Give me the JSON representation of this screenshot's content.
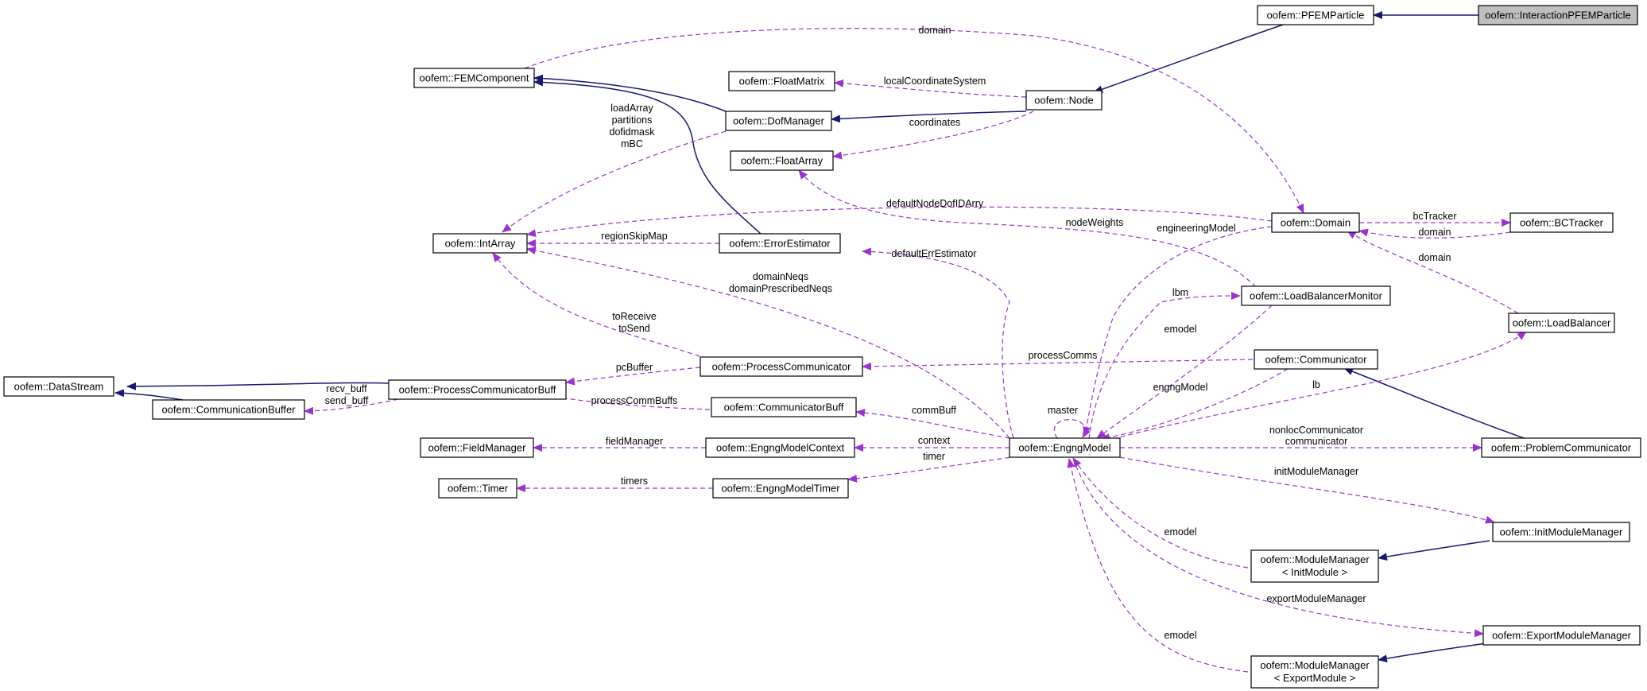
{
  "colors": {
    "inheritance": "#191970",
    "usage": "#9a32cd",
    "highlight": "#bfbfbf"
  },
  "nodes": {
    "interaction_pfem_particle": "oofem::InteractionPFEMParticle",
    "pfem_particle": "oofem::PFEMParticle",
    "fem_component": "oofem::FEMComponent",
    "float_matrix": "oofem::FloatMatrix",
    "node": "oofem::Node",
    "dof_manager": "oofem::DofManager",
    "float_array": "oofem::FloatArray",
    "domain": "oofem::Domain",
    "bc_tracker": "oofem::BCTracker",
    "int_array": "oofem::IntArray",
    "error_estimator": "oofem::ErrorEstimator",
    "load_balancer_monitor": "oofem::LoadBalancerMonitor",
    "load_balancer": "oofem::LoadBalancer",
    "data_stream": "oofem::DataStream",
    "process_communicator_buff": "oofem::ProcessCommunicatorBuff",
    "process_communicator": "oofem::ProcessCommunicator",
    "communicator": "oofem::Communicator",
    "communication_buffer": "oofem::CommunicationBuffer",
    "communicator_buff": "oofem::CommunicatorBuff",
    "field_manager": "oofem::FieldManager",
    "engng_model_context": "oofem::EngngModelContext",
    "engng_model": "oofem::EngngModel",
    "problem_communicator": "oofem::ProblemCommunicator",
    "timer": "oofem::Timer",
    "engng_model_timer": "oofem::EngngModelTimer",
    "init_module_manager": "oofem::InitModuleManager",
    "module_manager_init_l1": "oofem::ModuleManager",
    "module_manager_init_l2": "< InitModule >",
    "export_module_manager": "oofem::ExportModuleManager",
    "module_manager_export_l1": "oofem::ModuleManager",
    "module_manager_export_l2": "< ExportModule >"
  },
  "edge_labels": {
    "domain_top": "domain",
    "local_coordinate_system": "localCoordinateSystem",
    "load_array": "loadArray",
    "partitions": "partitions",
    "dofidmask": "dofidmask",
    "mbc": "mBC",
    "coordinates": "coordinates",
    "default_node_dof_id_arry": "defaultNodeDofIDArry",
    "node_weights": "nodeWeights",
    "engineering_model": "engineeringModel",
    "bc_tracker": "bcTracker",
    "domain_bc": "domain",
    "domain_lb": "domain",
    "region_skip_map": "regionSkipMap",
    "default_err_estimator": "defaultErrEstimator",
    "domain_neqs": "domainNeqs",
    "domain_prescribed_neqs": "domainPrescribedNeqs",
    "lbm": "lbm",
    "emodel_lbm": "emodel",
    "to_receive": "toReceive",
    "to_send": "toSend",
    "pc_buffer": "pcBuffer",
    "process_comms": "processComms",
    "recv_buff": "recv_buff",
    "send_buff": "send_buff",
    "engng_model_comm": "engngModel",
    "lb": "lb",
    "process_comm_buffs": "processCommBuffs",
    "master": "master",
    "comm_buff": "commBuff",
    "field_manager": "fieldManager",
    "context": "context",
    "nonloc_communicator": "nonlocCommunicator",
    "communicator": "communicator",
    "timer": "timer",
    "timers": "timers",
    "init_module_manager": "initModuleManager",
    "emodel_init": "emodel",
    "export_module_manager": "exportModuleManager",
    "emodel_export": "emodel"
  }
}
